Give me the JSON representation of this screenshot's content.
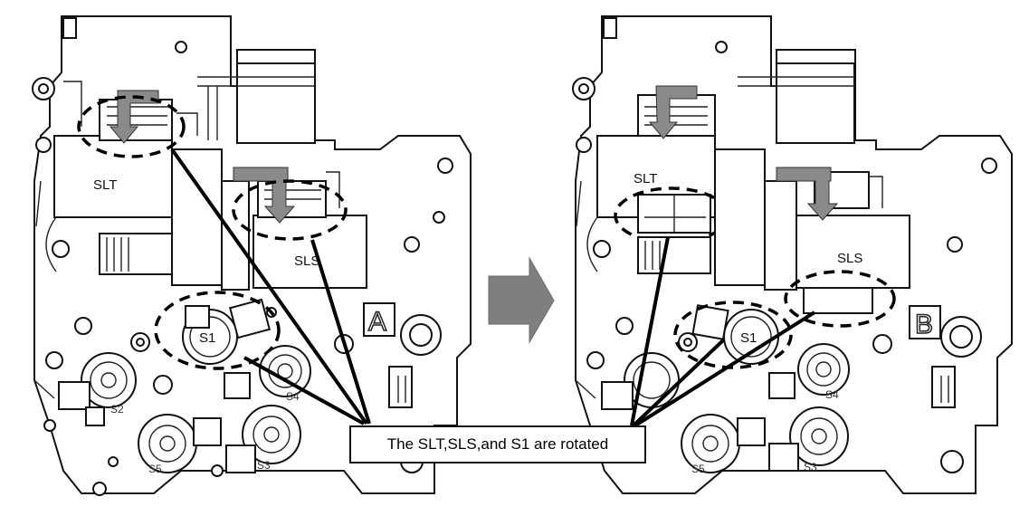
{
  "panels": [
    {
      "id": "before",
      "letter": "A",
      "labels": {
        "slt": "SLT",
        "sls": "SLS",
        "s1": "S1",
        "s2": "S2",
        "s3": "S3",
        "s4": "S4",
        "s5": "S5"
      }
    },
    {
      "id": "after",
      "letter": "B",
      "labels": {
        "slt": "SLT",
        "sls": "SLS",
        "s1": "S1",
        "s3": "S3",
        "s4": "S4",
        "s5": "S5"
      }
    }
  ],
  "note": "The SLT,SLS,and S1 are rotated",
  "colors": {
    "arrow": "#7f7f7f",
    "flow_arrow": "#8a8a8a",
    "line": "#111111"
  }
}
